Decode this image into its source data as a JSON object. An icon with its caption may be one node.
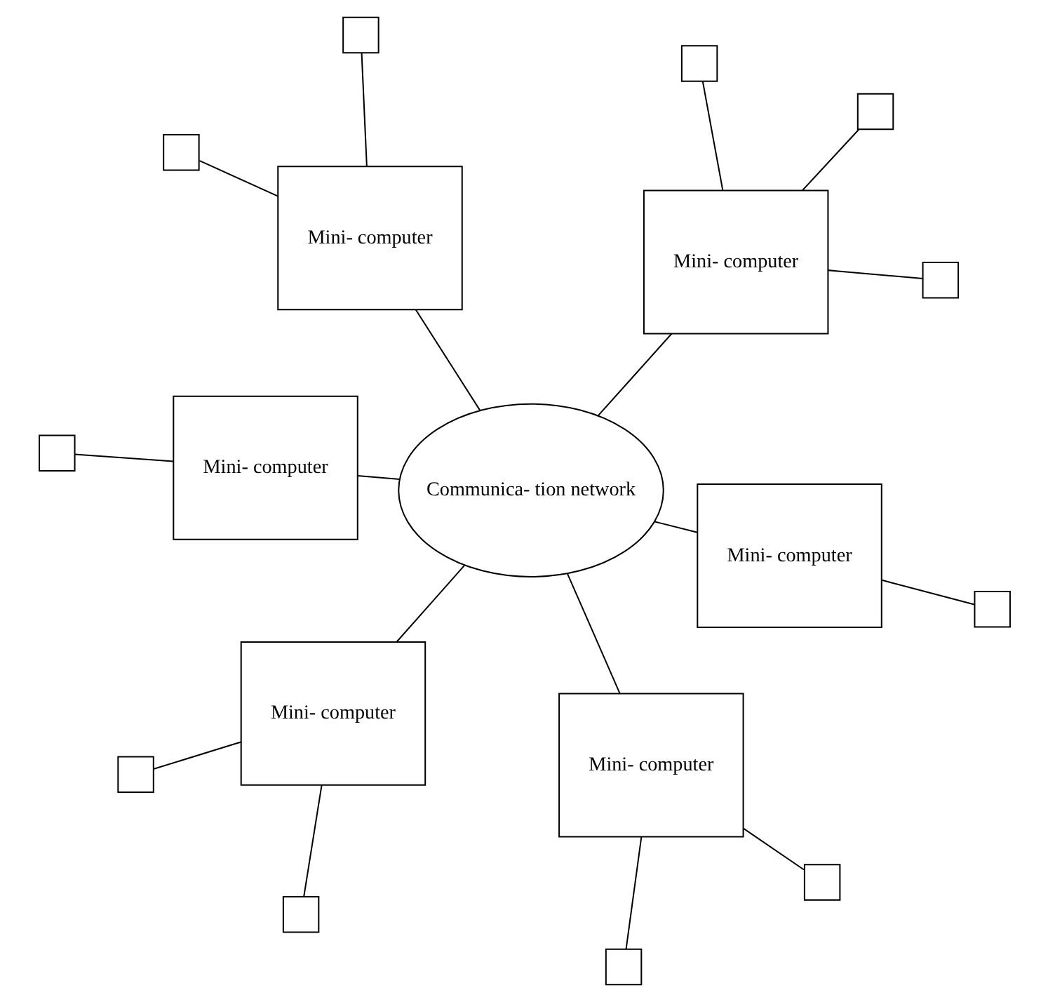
{
  "diagram": {
    "nodes": [
      {
        "text": [],
        "shape": "box"
      },
      {
        "text": [],
        "shape": "box"
      },
      {
        "text": [
          "Mini- computer"
        ]
      },
      {
        "text": [],
        "shape": "box"
      },
      {
        "text": [],
        "shape": "box"
      },
      {
        "text": [
          "Mini- computer"
        ]
      },
      {
        "text": [
          "Mini- computer"
        ]
      },
      {
        "text": [],
        "shape": "box"
      },
      {
        "text": [],
        "shape": "box"
      },
      {
        "text": [
          "Communica- tion network"
        ]
      },
      {
        "text": [
          "Mini- computer"
        ]
      },
      {
        "text": [],
        "shape": "box"
      },
      {
        "text": [
          "Mini- computer"
        ]
      },
      {
        "text": [],
        "shape": "box"
      },
      {
        "text": [
          "Mini- computer"
        ]
      },
      {
        "text": [],
        "shape": "box"
      },
      {
        "text": [],
        "shape": "box"
      },
      {
        "text": [],
        "shape": "box"
      }
    ],
    "edges": [
      {
        "from": 0,
        "to": 2,
        "arrow": "none"
      },
      {
        "from": 1,
        "to": 2,
        "arrow": "none"
      },
      {
        "from": 2,
        "to": 9,
        "arrow": "none"
      },
      {
        "from": 3,
        "to": 5,
        "arrow": "none"
      },
      {
        "from": 4,
        "to": 5,
        "arrow": "none"
      },
      {
        "from": 5,
        "to": 9,
        "arrow": "none"
      },
      {
        "from": 6,
        "to": 9,
        "arrow": "none"
      },
      {
        "from": 6,
        "to": 7,
        "arrow": "none"
      },
      {
        "from": 6,
        "to": 8,
        "arrow": "none"
      },
      {
        "from": 10,
        "to": 9,
        "arrow": "none"
      },
      {
        "from": 11,
        "to": 10,
        "arrow": "none"
      },
      {
        "from": 12,
        "to": 9,
        "arrow": "none"
      },
      {
        "from": 12,
        "to": 13,
        "arrow": "none"
      },
      {
        "from": 14,
        "to": 9,
        "arrow": "none"
      },
      {
        "from": 14,
        "to": 15,
        "arrow": "none"
      },
      {
        "from": 14,
        "to": 16,
        "arrow": "none"
      },
      {
        "from": 14,
        "to": 17,
        "arrow": "none"
      }
    ]
  }
}
